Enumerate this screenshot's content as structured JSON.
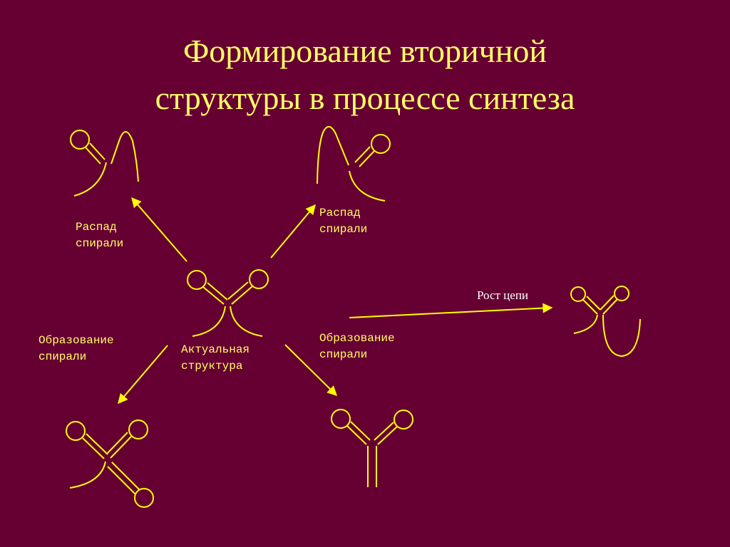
{
  "title": {
    "line1": "Формирование вторичной",
    "line2": "структуры в процессе синтеза"
  },
  "labels": {
    "breakdown_left": [
      "Распад",
      "спирали"
    ],
    "breakdown_right": [
      "Распад",
      "спирали"
    ],
    "formation_left": [
      "Образование",
      "спирали"
    ],
    "current_structure": [
      "Актуальная",
      "структура"
    ],
    "formation_right": [
      "Образование",
      "спирали"
    ],
    "chain_growth": "Рост цепи"
  },
  "colors": {
    "background": "#660033",
    "text": "#ffff66",
    "lines": "#ffff00",
    "chain_label": "#ffffff"
  }
}
